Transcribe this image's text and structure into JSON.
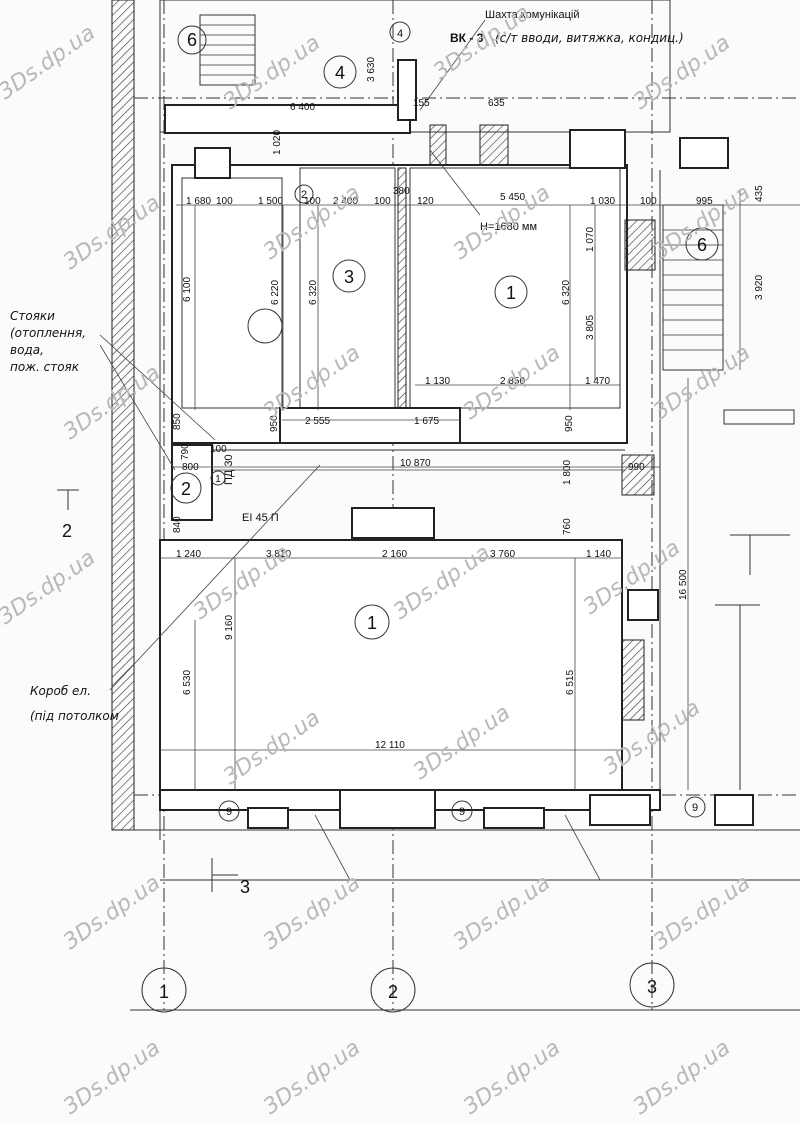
{
  "top_notes": {
    "shaft": "Шахта комунікацій",
    "vk": "ВК - 3",
    "vk_note": "(с/т вводи, витяжка, кондиц.)",
    "height_mark": "H=1680 мм"
  },
  "rooms": {
    "r6_top_left": "6",
    "r4_top": "4",
    "r4_small": "4",
    "r2_small": "2",
    "r3": "3",
    "r1_upper": "1",
    "r6_right": "6",
    "r2_left": "2",
    "r1_main": "1",
    "r9_a": "9",
    "r9_b": "9",
    "r9_c": "9",
    "r1_tiny": "1"
  },
  "dimensions": {
    "d6400": "6 400",
    "d3630": "3 630",
    "d155": "155",
    "d635": "635",
    "d1020": "1 020",
    "d1680": "1 680",
    "d100a": "100",
    "d1500": "1 500",
    "d100b": "100",
    "d2400": "2 400",
    "d100c": "100",
    "d380": "380",
    "d120": "120",
    "d5450": "5 450",
    "d1030": "1 030",
    "d100d": "100",
    "d995": "995",
    "d435": "435",
    "d6100": "6 100",
    "d6220": "6 220",
    "d6320a": "6 320",
    "d6320b": "6 320",
    "d1070": "1 070",
    "d3805": "3 805",
    "d3920": "3 920",
    "d1130": "1 130",
    "d2850": "2 850",
    "d1470": "1 470",
    "d950a": "950",
    "d2555": "2 555",
    "d1675": "1 675",
    "d950b": "950",
    "d850": "850",
    "d790": "790",
    "d800": "800",
    "d100e": "100",
    "d10870": "10 870",
    "d1800": "1 800",
    "d990": "990",
    "d16500": "16 500",
    "d840": "840",
    "d760": "760",
    "d1240": "1 240",
    "d3810": "3 810",
    "d2160": "2 160",
    "d3760": "3 760",
    "d1140": "1 140",
    "d9160": "9 160",
    "d6530": "6 530",
    "d6515": "6 515",
    "d12110": "12 110"
  },
  "annotations": {
    "risers_line1": "Стояки",
    "risers_line2": "(отоплення,",
    "risers_line3": "вода,",
    "risers_line4": "пож. стояк",
    "duct_line1": "Короб ел.",
    "duct_line2": "(під потолком",
    "pd30": "ПД 30",
    "ei45": "EI 45 П",
    "section2": "2",
    "section3": "3"
  },
  "axes": {
    "a1": "1",
    "a2": "2",
    "a3": "3"
  },
  "watermark": "3Ds.dp.ua"
}
